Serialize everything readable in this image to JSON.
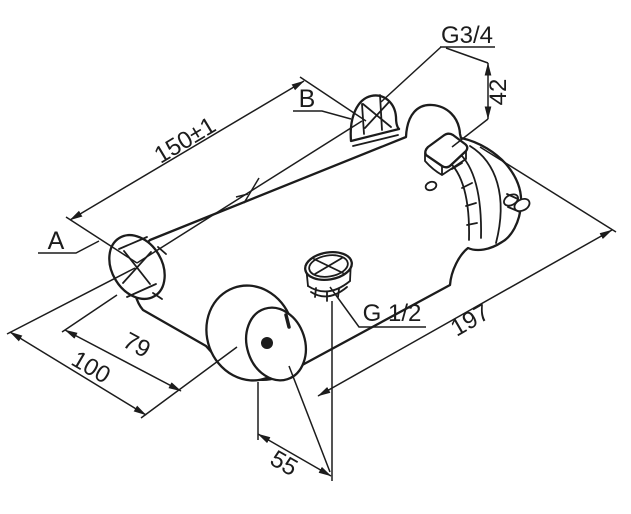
{
  "drawing": {
    "title": "shower-mixer-dimension-drawing",
    "colors": {
      "line": "#1c1c1c",
      "background": "#ffffff"
    },
    "labels": {
      "a": "A",
      "b": "B",
      "top_thread": "G3/4",
      "plug_thread": "G 1/2"
    },
    "dims": {
      "center_distance": "150±1",
      "inlet_height": "42",
      "overall_length": "197",
      "knob_offset": "79",
      "projection": "100",
      "plug_offset": "55"
    }
  }
}
